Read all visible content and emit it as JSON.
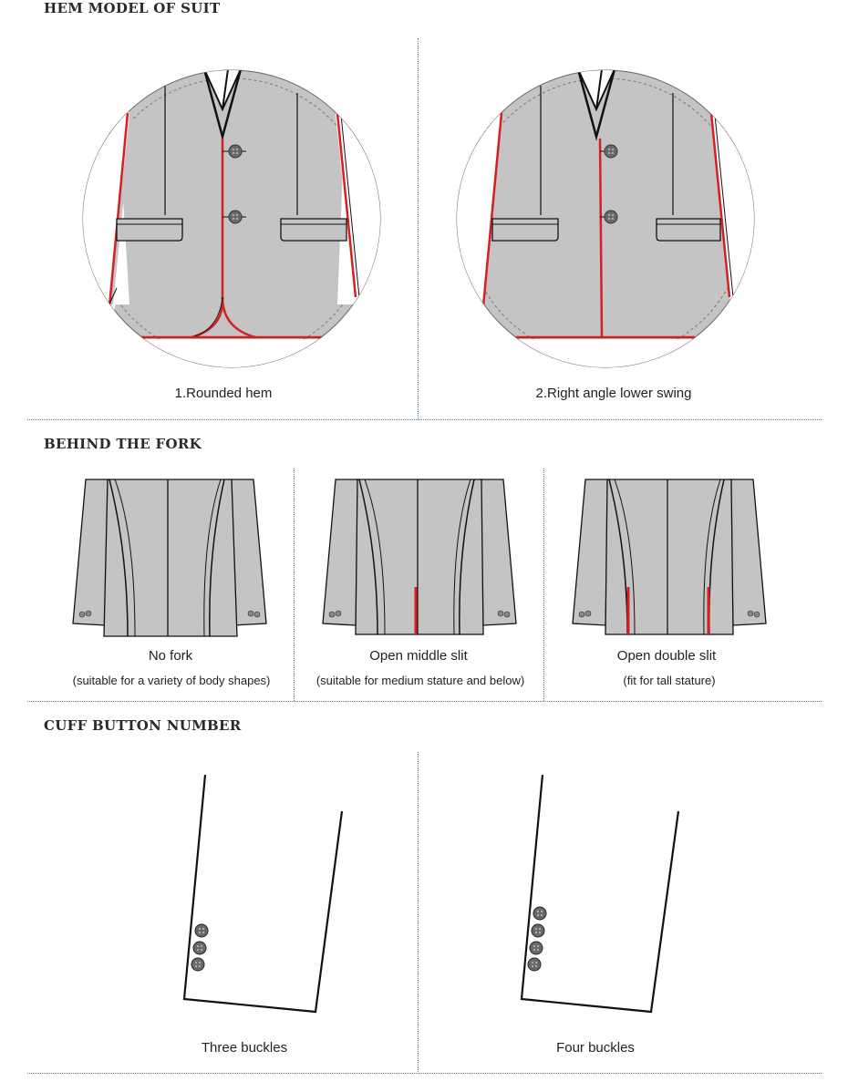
{
  "sections": {
    "hem": {
      "title": "HEM MODEL OF SUIT",
      "options": [
        {
          "label": "1.Rounded hem"
        },
        {
          "label": "2.Right angle lower swing"
        }
      ]
    },
    "fork": {
      "title": "BEHIND THE FORK",
      "options": [
        {
          "label": "No fork",
          "note": "(suitable for a variety of body shapes)"
        },
        {
          "label": "Open middle slit",
          "note": "(suitable for medium stature and below)"
        },
        {
          "label": "Open double slit",
          "note": "(fit for tall stature)"
        }
      ]
    },
    "cuff": {
      "title": "CUFF BUTTON NUMBER",
      "options": [
        {
          "label": "Three buckles",
          "buttons": 3
        },
        {
          "label": "Four buckles",
          "buttons": 4
        }
      ]
    }
  },
  "colors": {
    "fabric": "#c4c4c4",
    "seam_highlight": "#d42020",
    "button": "#6a6a6a"
  }
}
